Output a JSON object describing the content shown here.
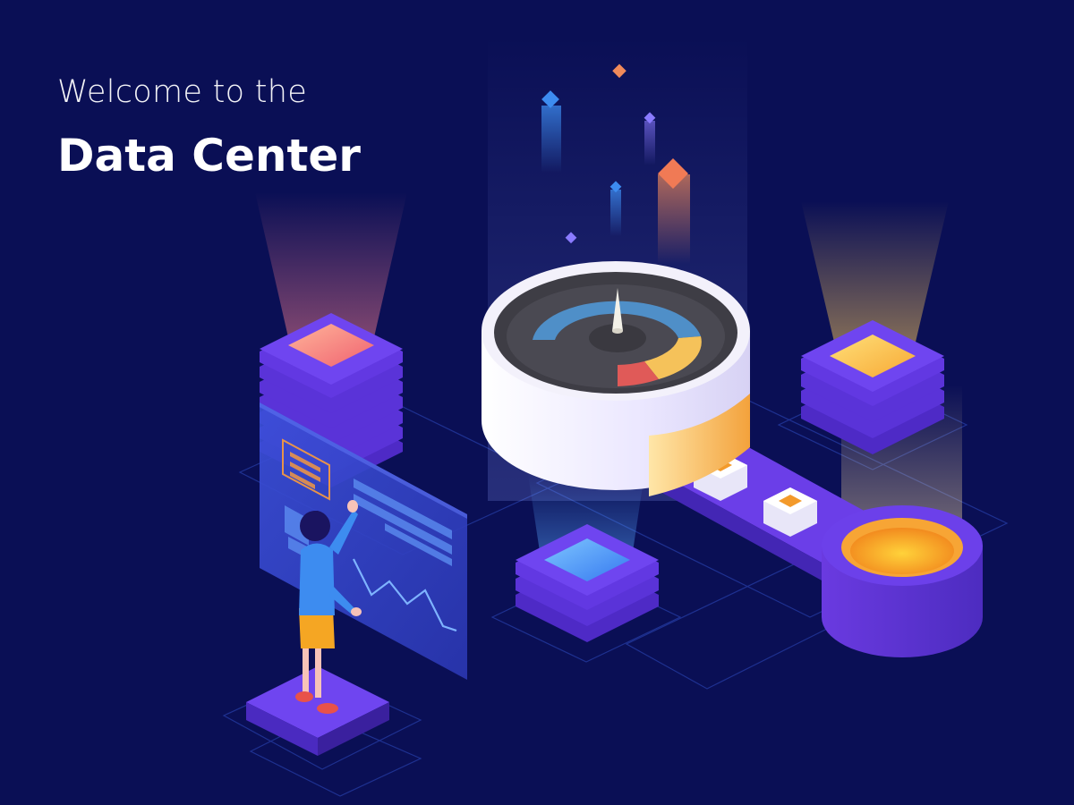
{
  "header": {
    "subtitle": "Welcome to the",
    "title": "Data Center"
  },
  "colors": {
    "background": "#0a0f55",
    "platform_purple": "#5a35d6",
    "orange_accent": "#f39a2b",
    "pink_accent": "#f07a6a",
    "blue_accent": "#3d8cf0",
    "gauge_blue": "#4f8fc8",
    "gauge_yellow": "#f5c25a",
    "gauge_red": "#e05a58"
  },
  "illustration": {
    "gauge_reading_fraction": 0.5,
    "icons": [
      "server-stack-pink-icon",
      "server-stack-yellow-icon",
      "server-stack-blue-icon",
      "gauge-cylinder-icon",
      "conveyor-belt-icon",
      "data-tank-icon",
      "dashboard-panel-icon",
      "person-figure-icon"
    ]
  }
}
